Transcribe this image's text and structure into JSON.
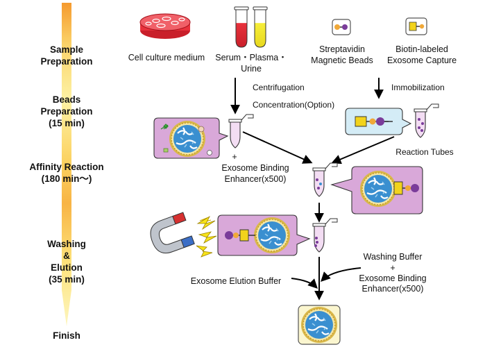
{
  "stages": {
    "sample_line1": "Sample",
    "sample_line2": "Preparation",
    "beads_line1": "Beads",
    "beads_line2": "Preparation",
    "beads_time": "(15 min)",
    "affinity_line1": "Affinity Reaction",
    "affinity_time": "(180 min～)",
    "washing_line1": "Washing",
    "washing_line2": "&",
    "washing_line3": "Elution",
    "washing_time": "(35 min)",
    "finish": "Finish"
  },
  "samples": {
    "cell_culture": "Cell culture medium",
    "serum_line1": "Serum・Plasma・",
    "serum_line2": "Urine"
  },
  "reagents": {
    "streptavidin_line1": "Streptavidin",
    "streptavidin_line2": "Magnetic Beads",
    "biotin_line1": "Biotin-labeled",
    "biotin_line2": "Exosome Capture"
  },
  "steps": {
    "centrifugation": "Centrifugation",
    "concentration": "Concentration(Option)",
    "immobilization": "Immobilization",
    "reaction_tubes": "Reaction Tubes",
    "plus": "+",
    "enhancer_line1": "Exosome Binding",
    "enhancer_line2": "Enhancer(x500)",
    "washing_buffer": "Washing Buffer",
    "washing_plus": "+",
    "washing_enhancer_line1": "Exosome Binding",
    "washing_enhancer_line2": "Enhancer(x500)",
    "elution_buffer": "Exosome Elution Buffer"
  },
  "colors": {
    "stage_gradient": [
      "#f6a23a",
      "#fdf0a0",
      "#f6b040"
    ],
    "bubble_pink": "#d9a8d9",
    "bubble_blue": "#d4ecf6",
    "exosome_blue": "#3a8fd0",
    "medium_red": "#e8323c",
    "plasma_yellow": "#f4ea2c",
    "bead_purple": "#7a3c9a",
    "capture_yellow": "#f2d31c",
    "magnet_red": "#d63030",
    "magnet_blue": "#3b6ec6",
    "spark_yellow": "#f7e31a"
  }
}
